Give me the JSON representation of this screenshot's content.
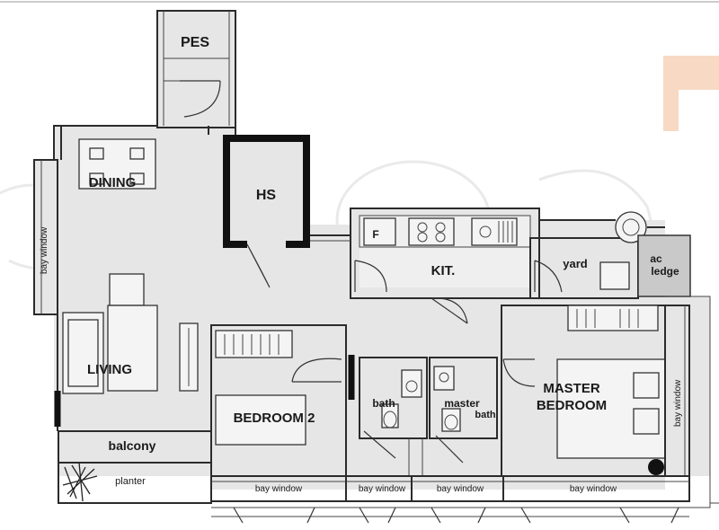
{
  "plan": {
    "rooms": {
      "pes": "PES",
      "dining": "DINING",
      "hs": "HS",
      "kitchen": "KIT.",
      "fridge": "F",
      "yard": "yard",
      "ac_ledge_line1": "ac",
      "ac_ledge_line2": "ledge",
      "living": "LIVING",
      "bedroom2": "BEDROOM 2",
      "bath": "bath",
      "master_bath_line1": "master",
      "master_bath_line2": "bath",
      "master_bedroom_line1": "MASTER",
      "master_bedroom_line2": "BEDROOM",
      "balcony": "balcony",
      "planter": "planter"
    },
    "windows": {
      "bay_left": "bay window",
      "bay_bed2": "bay window",
      "bay_bath": "bay window",
      "bay_master_bath": "bay window",
      "bay_master_bottom": "bay window",
      "bay_master_right": "bay window"
    }
  }
}
